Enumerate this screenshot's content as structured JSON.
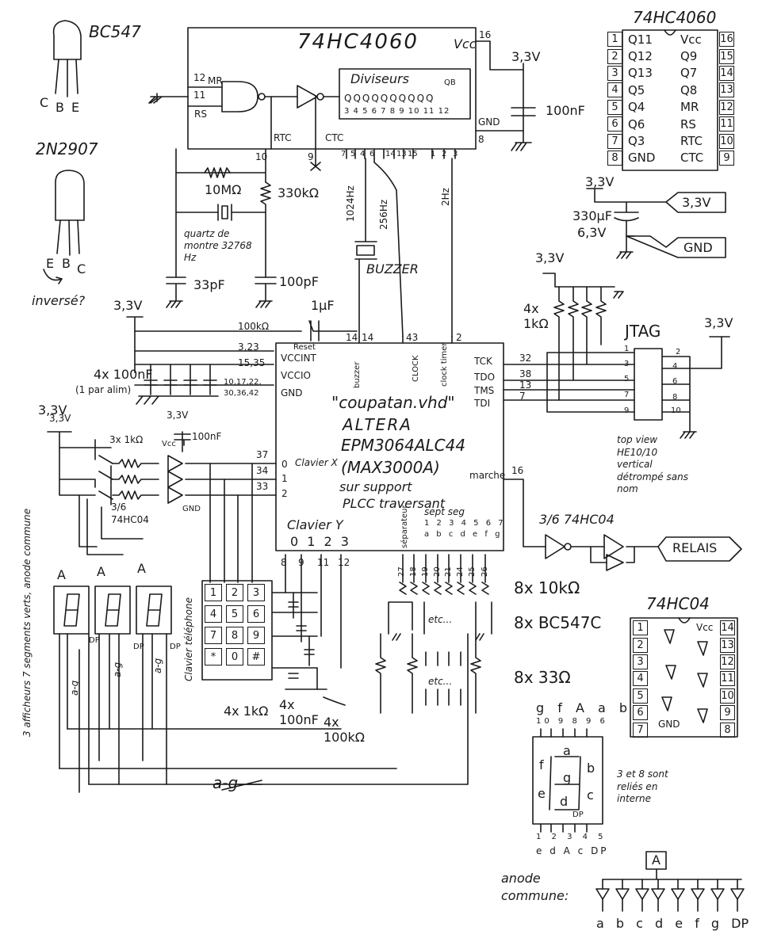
{
  "transistors": {
    "bc547_label": "BC547",
    "bc547_pins": [
      "C",
      "B",
      "E"
    ],
    "n2907_label": "2N2907",
    "n2907_pins": [
      "E",
      "B",
      "C"
    ],
    "n2907_note": "inversé?"
  },
  "counter": {
    "title": "74HC4060",
    "vcc_label": "Vcc",
    "vcc_pin": "16",
    "gnd_label": "GND",
    "gnd_pin": "8",
    "dividers_label": "Diviseurs",
    "q_row": "QQQQQQQQQQ",
    "qb_label": "QB",
    "q_pin_numbers": "3 4 5 6 7 8 9 10 11 12",
    "mr_pin": "12",
    "mr_label": "MR",
    "rs_pin": "11",
    "rs_label": "RS",
    "rtc_label": "RTC",
    "rtc_pin": "10",
    "ctc_label": "CTC",
    "ctc_pin": "9",
    "bottom_pins": [
      "7",
      "5",
      "4",
      "6",
      "14",
      "13",
      "15",
      "1",
      "2",
      "3"
    ]
  },
  "oscillator": {
    "r_feedback": "10MΩ",
    "r_series": "330kΩ",
    "crystal": "quartz de montre 32768 Hz",
    "c1": "33pF",
    "c2": "100pF"
  },
  "frequencies": [
    "1024Hz",
    "256Hz",
    "2Hz"
  ],
  "buzzer_label": "BUZZER",
  "supply": {
    "rail": "3,3V",
    "decoupling": "100nF",
    "bulk_cap": "330µF",
    "bulk_voltage": "6,3V",
    "port_power": "3,3V",
    "port_gnd": "GND"
  },
  "reset": {
    "resistor": "100kΩ",
    "cap": "1µF",
    "reset_label": "Reset",
    "reset_pin": "14"
  },
  "cpld": {
    "filename": "\"coupatan.vhd\"",
    "vendor": "ALTERA",
    "part": "EPM3064ALC44",
    "family": "(MAX3000A)",
    "mount1": "sur support",
    "mount2": "PLCC traversant",
    "vccint": "VCCINT",
    "vccio": "VCCIO",
    "gnd": "GND",
    "vccint_pins": "3,23",
    "vccio_pins": "15,35",
    "gnd_pins": "10,17,22, 30,36,42",
    "decap": "4x 100nF",
    "decap_note": "(1 par alim)",
    "buzzer_pin_label": "buzzer",
    "clock_label": "CLOCK",
    "clock_timer_label": "clock timer",
    "top_pins": [
      "14",
      "43",
      "2"
    ],
    "jtag_label": "JTAG",
    "jtag_signals": [
      "TCK",
      "TDO",
      "TMS",
      "TDI"
    ],
    "jtag_pins": [
      "32",
      "38",
      "13",
      "7"
    ],
    "marche_label": "marche",
    "marche_pin": "16",
    "columns_label": "Clavier Y",
    "columns_nums": "0 1 2 3",
    "columns_pins": [
      "8",
      "9",
      "11",
      "12"
    ],
    "rows_label": "Clavier X",
    "rows_nums": [
      "0",
      "1",
      "2"
    ],
    "rows_pins": [
      "37",
      "34",
      "33"
    ],
    "seg_group_label": "sept seg",
    "seg_nums": "1 2 3 4 5 6 7",
    "seg_letters": "a b c d e f g",
    "dp_label": "séparateur",
    "seg_pins": [
      "27",
      "18",
      "19",
      "20",
      "21",
      "24",
      "25",
      "26"
    ]
  },
  "jtag": {
    "title": "JTAG",
    "pullups": "4x 1kΩ",
    "rail": "3,3V",
    "pins_left": [
      "1",
      "3",
      "5",
      "7",
      "9"
    ],
    "pins_right": [
      "2",
      "4",
      "6",
      "8",
      "10"
    ],
    "caption": "top view HE10/10 vertical détrompé sans nom"
  },
  "relay": {
    "gate": "3/6 74HC04",
    "label": "RELAIS"
  },
  "displays": {
    "vertical_title": "3 afficheurs 7 segments verts, anode commune",
    "drivers": "3x 1kΩ",
    "inverter": "3/6 74HC04",
    "inverter_vcc": "Vcc",
    "inverter_gnd": "GND",
    "inverter_cap": "100nF",
    "rail": "3,3V",
    "anode_marks": [
      "A",
      "A",
      "A"
    ],
    "dp_marks": [
      "DP",
      "DP",
      "DP"
    ],
    "bus_labels": [
      "a-g",
      "a-g",
      "a-g"
    ],
    "bus_main": "a-g"
  },
  "keypad": {
    "vertical_label": "Clavier téléphone",
    "keys": [
      "1",
      "2",
      "3",
      "4",
      "5",
      "6",
      "7",
      "8",
      "9",
      "*",
      "0",
      "#"
    ],
    "r_series": "4x 1kΩ",
    "c": "4x 100nF",
    "r_pull": "4x 100kΩ"
  },
  "segment_drivers": {
    "resistors": "8x 10kΩ",
    "transistors": "8x BC547C",
    "series": "8x 33Ω",
    "etc1": "etc...",
    "etc2": "etc..."
  },
  "hc4060_pinout": {
    "title": "74HC4060",
    "left_nums": [
      "1",
      "2",
      "3",
      "4",
      "5",
      "6",
      "7",
      "8"
    ],
    "left_names": [
      "Q11",
      "Q12",
      "Q13",
      "Q5",
      "Q4",
      "Q6",
      "Q3",
      "GND"
    ],
    "right_names": [
      "Vcc",
      "Q9",
      "Q7",
      "Q8",
      "MR",
      "RS",
      "RTC",
      "CTC"
    ],
    "right_nums": [
      "16",
      "15",
      "14",
      "13",
      "12",
      "11",
      "10",
      "9"
    ]
  },
  "hc04_pinout": {
    "title": "74HC04",
    "left_nums": [
      "1",
      "2",
      "3",
      "4",
      "5",
      "6",
      "7"
    ],
    "right_nums": [
      "14",
      "13",
      "12",
      "11",
      "10",
      "9",
      "8"
    ],
    "vcc": "Vcc",
    "gnd": "GND"
  },
  "seg_pinout": {
    "top_letters": "g f A a b",
    "top_nums": "10 9 8 9 6",
    "seg_labels": [
      "a",
      "g",
      "d",
      "f",
      "e",
      "b",
      "c",
      "DP"
    ],
    "bottom_nums": "1 2 3 4 5",
    "bottom_letters": "e d A c DP",
    "note": "3 et 8 sont reliés en interne"
  },
  "anode_diagram": {
    "label": "anode commune:",
    "anode": "A",
    "segments": "a b c d e f g DP"
  }
}
